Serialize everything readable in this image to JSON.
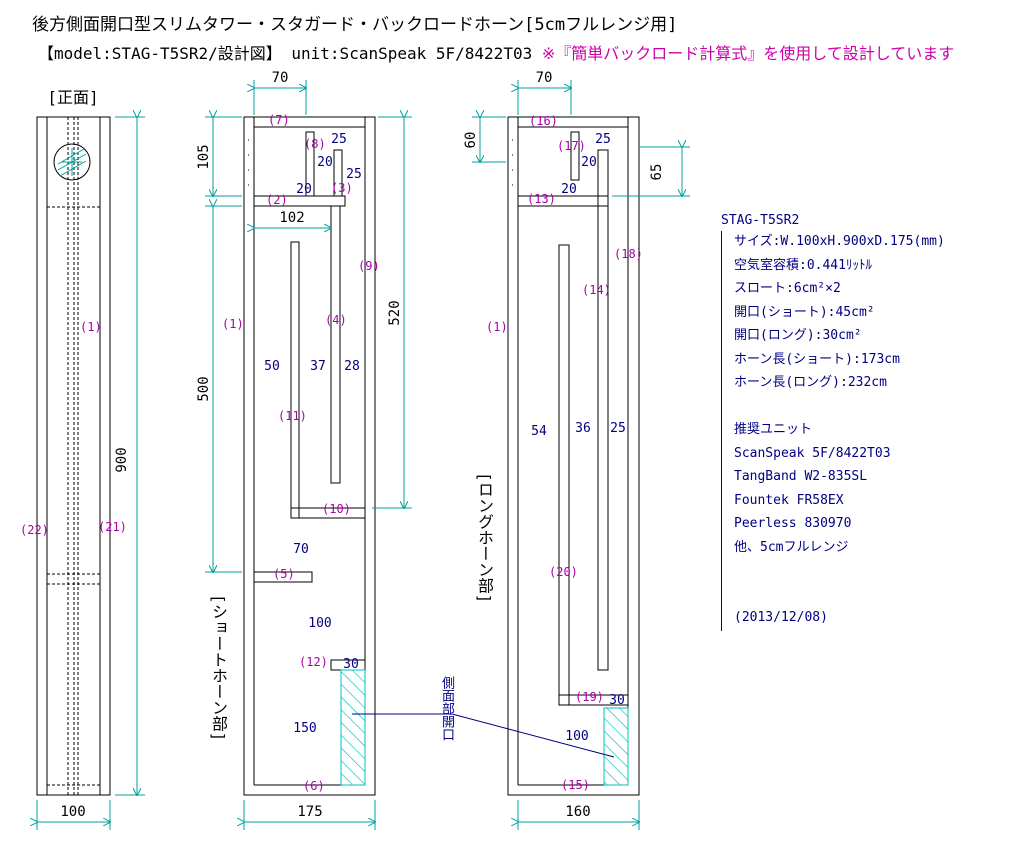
{
  "header": {
    "title": "後方側面開口型スリムタワー・スタガード・バックロードホーン[5cmフルレンジ用]",
    "subtitle_main": "【model:STAG-T5SR2/設計図】 unit:ScanSpeak 5F/8422T03",
    "subtitle_note": "※『簡単バックロード計算式』を使用して設計しています"
  },
  "views": {
    "front_label": "[正面]",
    "short_horn_label": "[ショートホーン部]",
    "long_horn_label": "[ロングホーン部]",
    "side_opening_label": "側面部開口"
  },
  "dimensions": {
    "front_width": "100",
    "front_height": "900",
    "mid_top_width": "70",
    "mid_top_height": "105",
    "mid_inner_width": "102",
    "mid_lower_height": "500",
    "mid_right_height": "520",
    "mid_total_width": "175",
    "right_top_width": "70",
    "right_top_left_height": "60",
    "right_top_right_height": "65",
    "right_total_width": "160"
  },
  "inner_numbers": {
    "mid": [
      "25",
      "20",
      "25",
      "20",
      "50",
      "37",
      "28",
      "70",
      "100",
      "30",
      "150"
    ],
    "right": [
      "25",
      "20",
      "20",
      "54",
      "36",
      "25",
      "30",
      "100"
    ]
  },
  "parts": {
    "front": [
      "(1)",
      "(22)",
      "(21)"
    ],
    "mid": [
      "(7)",
      "(8)",
      "(3)",
      "(2)",
      "(9)",
      "(1)",
      "(4)",
      "(11)",
      "(10)",
      "(5)",
      "(12)",
      "(6)"
    ],
    "right": [
      "(16)",
      "(17)",
      "(13)",
      "(18)",
      "(14)",
      "(1)",
      "(20)",
      "(19)",
      "(15)"
    ]
  },
  "specs": {
    "model": "STAG-T5SR2",
    "rows": [
      "サイズ:W.100xH.900xD.175(mm)",
      "空気室容積:0.441ﾘｯﾄﾙ",
      "スロート:6cm²×2",
      "開口(ショート):45cm²",
      "開口(ロング):30cm²",
      "ホーン長(ショート):173cm",
      "ホーン長(ロング):232cm",
      "",
      "推奨ユニット",
      "ScanSpeak 5F/8422T03",
      "TangBand W2-835SL",
      "Fountek FR58EX",
      "Peerless 830970",
      "他、5cmフルレンジ",
      "",
      "",
      "(2013/12/08)"
    ]
  },
  "colors": {
    "outline": "#000000",
    "dimension": "#00a0a0",
    "part_label": "#aa00aa",
    "number": "#000080",
    "note": "#cc00aa",
    "hatch": "#00c0c0"
  }
}
